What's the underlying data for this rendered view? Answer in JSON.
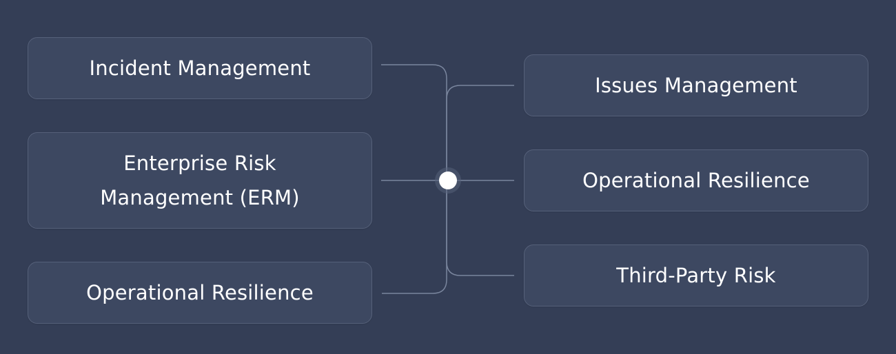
{
  "diagram": {
    "left_nodes": [
      {
        "label": "Incident Management"
      },
      {
        "label": "Enterprise Risk Management (ERM)"
      },
      {
        "label": "Operational Resilience"
      }
    ],
    "right_nodes": [
      {
        "label": "Issues Management"
      },
      {
        "label": "Operational Resilience"
      },
      {
        "label": "Third-Party Risk"
      }
    ]
  },
  "colors": {
    "background": "#343e56",
    "card_fill": "#3d4861",
    "card_border": "#56617a",
    "connector": "#7a869e",
    "hub": "#ffffff"
  }
}
